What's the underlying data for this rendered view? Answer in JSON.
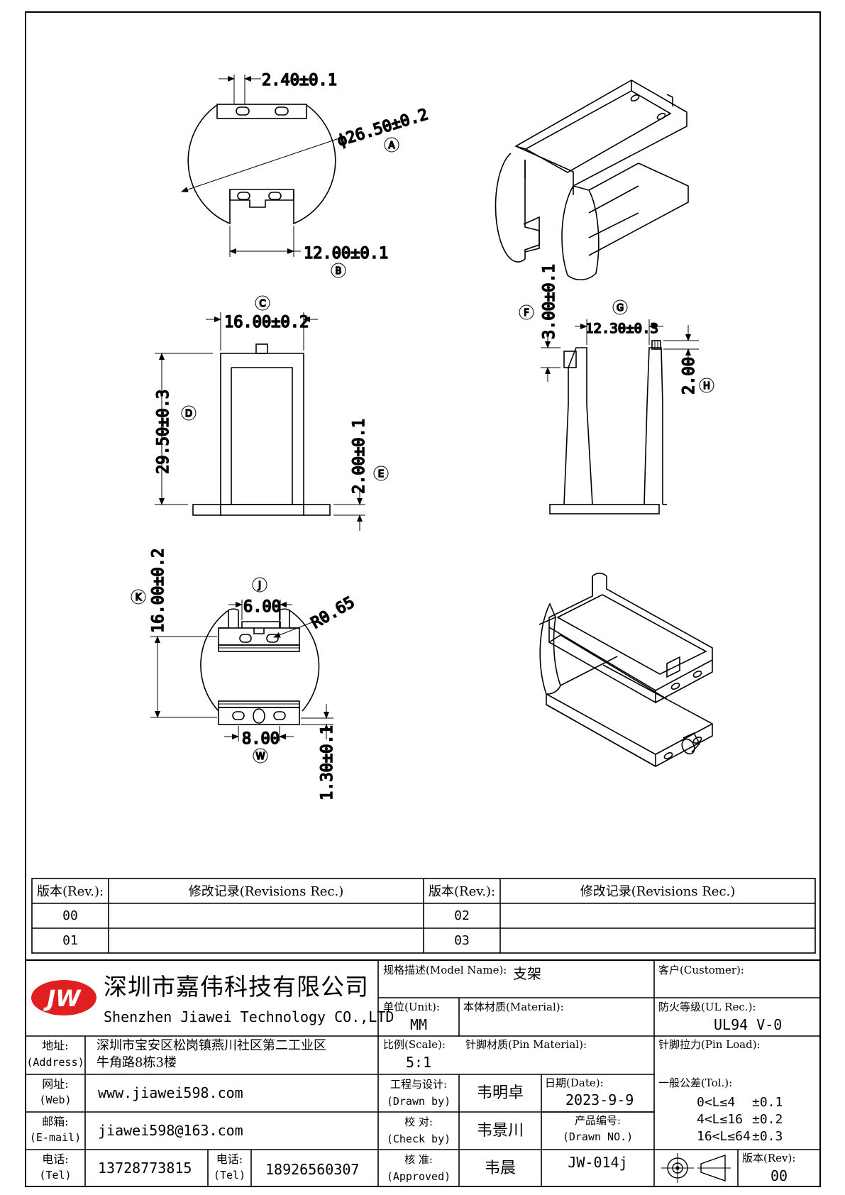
{
  "dimensions": {
    "top": {
      "pin_width": "2.40±0.1",
      "diameter": "ϕ26.50±0.2",
      "diameter_ref": "A",
      "span": "12.00±0.1",
      "span_ref": "B"
    },
    "front": {
      "width": "16.00±0.2",
      "width_ref": "C",
      "height": "29.50±0.3",
      "height_ref": "D",
      "base": "2.00±0.1",
      "base_ref": "E"
    },
    "side": {
      "pin_height": "3.00±0.1",
      "pin_ref": "F",
      "width": "12.30±0.3",
      "width_ref": "G",
      "tab": "2.00",
      "tab_ref": "H"
    },
    "bottom": {
      "height": "16.00±0.2",
      "height_ref": "K",
      "slot": "6.00",
      "slot_ref": "J",
      "radius": "R0.65",
      "pitch": "8.00",
      "pitch_ref": "W",
      "thickness": "1.30±0.1"
    }
  },
  "revisions": {
    "rev_header": "版本(Rev.):",
    "rec_header": "修改记录(Revisions Rec.)",
    "left": [
      "00",
      "01"
    ],
    "right": [
      "02",
      "03"
    ]
  },
  "company": {
    "logo": "JW",
    "name_cn": "深圳市嘉伟科技有限公司",
    "name_en": "Shenzhen Jiawei Technology CO.,LTD",
    "logo_color": "#e02020"
  },
  "info": {
    "model_label": "规格描述(Model Name):",
    "model_value": "支架",
    "customer_label": "客户(Customer):",
    "unit_label": "单位(Unit):",
    "unit_value": "MM",
    "material_label": "本体材质(Material):",
    "ul_label": "防火等级(UL Rec.):",
    "ul_value": "UL94 V-0",
    "scale_label": "比例(Scale):",
    "scale_value": "5:1",
    "pin_material_label": "针脚材质(Pin Material):",
    "pin_load_label": "针脚拉力(Pin Load):",
    "address_label": "地址:",
    "address_label_en": "(Address)",
    "address_line1": "深圳市宝安区松岗镇燕川社区第二工业区",
    "address_line2": "牛角路8栋3楼",
    "web_label": "网址:",
    "web_label_en": "(Web)",
    "web_value": "www.jiawei598.com",
    "email_label": "邮箱:",
    "email_label_en": "(E-mail)",
    "email_value": "jiawei598@163.com",
    "tel_label": "电话:",
    "tel_label_en": "(Tel)",
    "tel1": "13728773815",
    "tel2": "18926560307",
    "drawn_label": "工程与设计:",
    "drawn_label_en": "(Drawn by)",
    "drawn_value": "韦明卓",
    "check_label": "校  对:",
    "check_label_en": "(Check by)",
    "check_value": "韦景川",
    "approve_label": "核  准:",
    "approve_label_en": "(Approved)",
    "approve_value": "韦晨",
    "date_label": "日期(Date):",
    "date_value": "2023-9-9",
    "product_label": "产品编号:",
    "product_label_en": "(Drawn NO.)",
    "product_value": "JW-014j",
    "tol_label": "一般公差(Tol.):",
    "tol_rows": [
      {
        "range": "0<L≤4",
        "value": "±0.1"
      },
      {
        "range": "4<L≤16",
        "value": "±0.2"
      },
      {
        "range": "16<L≤64",
        "value": "±0.3"
      }
    ],
    "rev_label": "版本(Rev):",
    "rev_value": "00"
  }
}
